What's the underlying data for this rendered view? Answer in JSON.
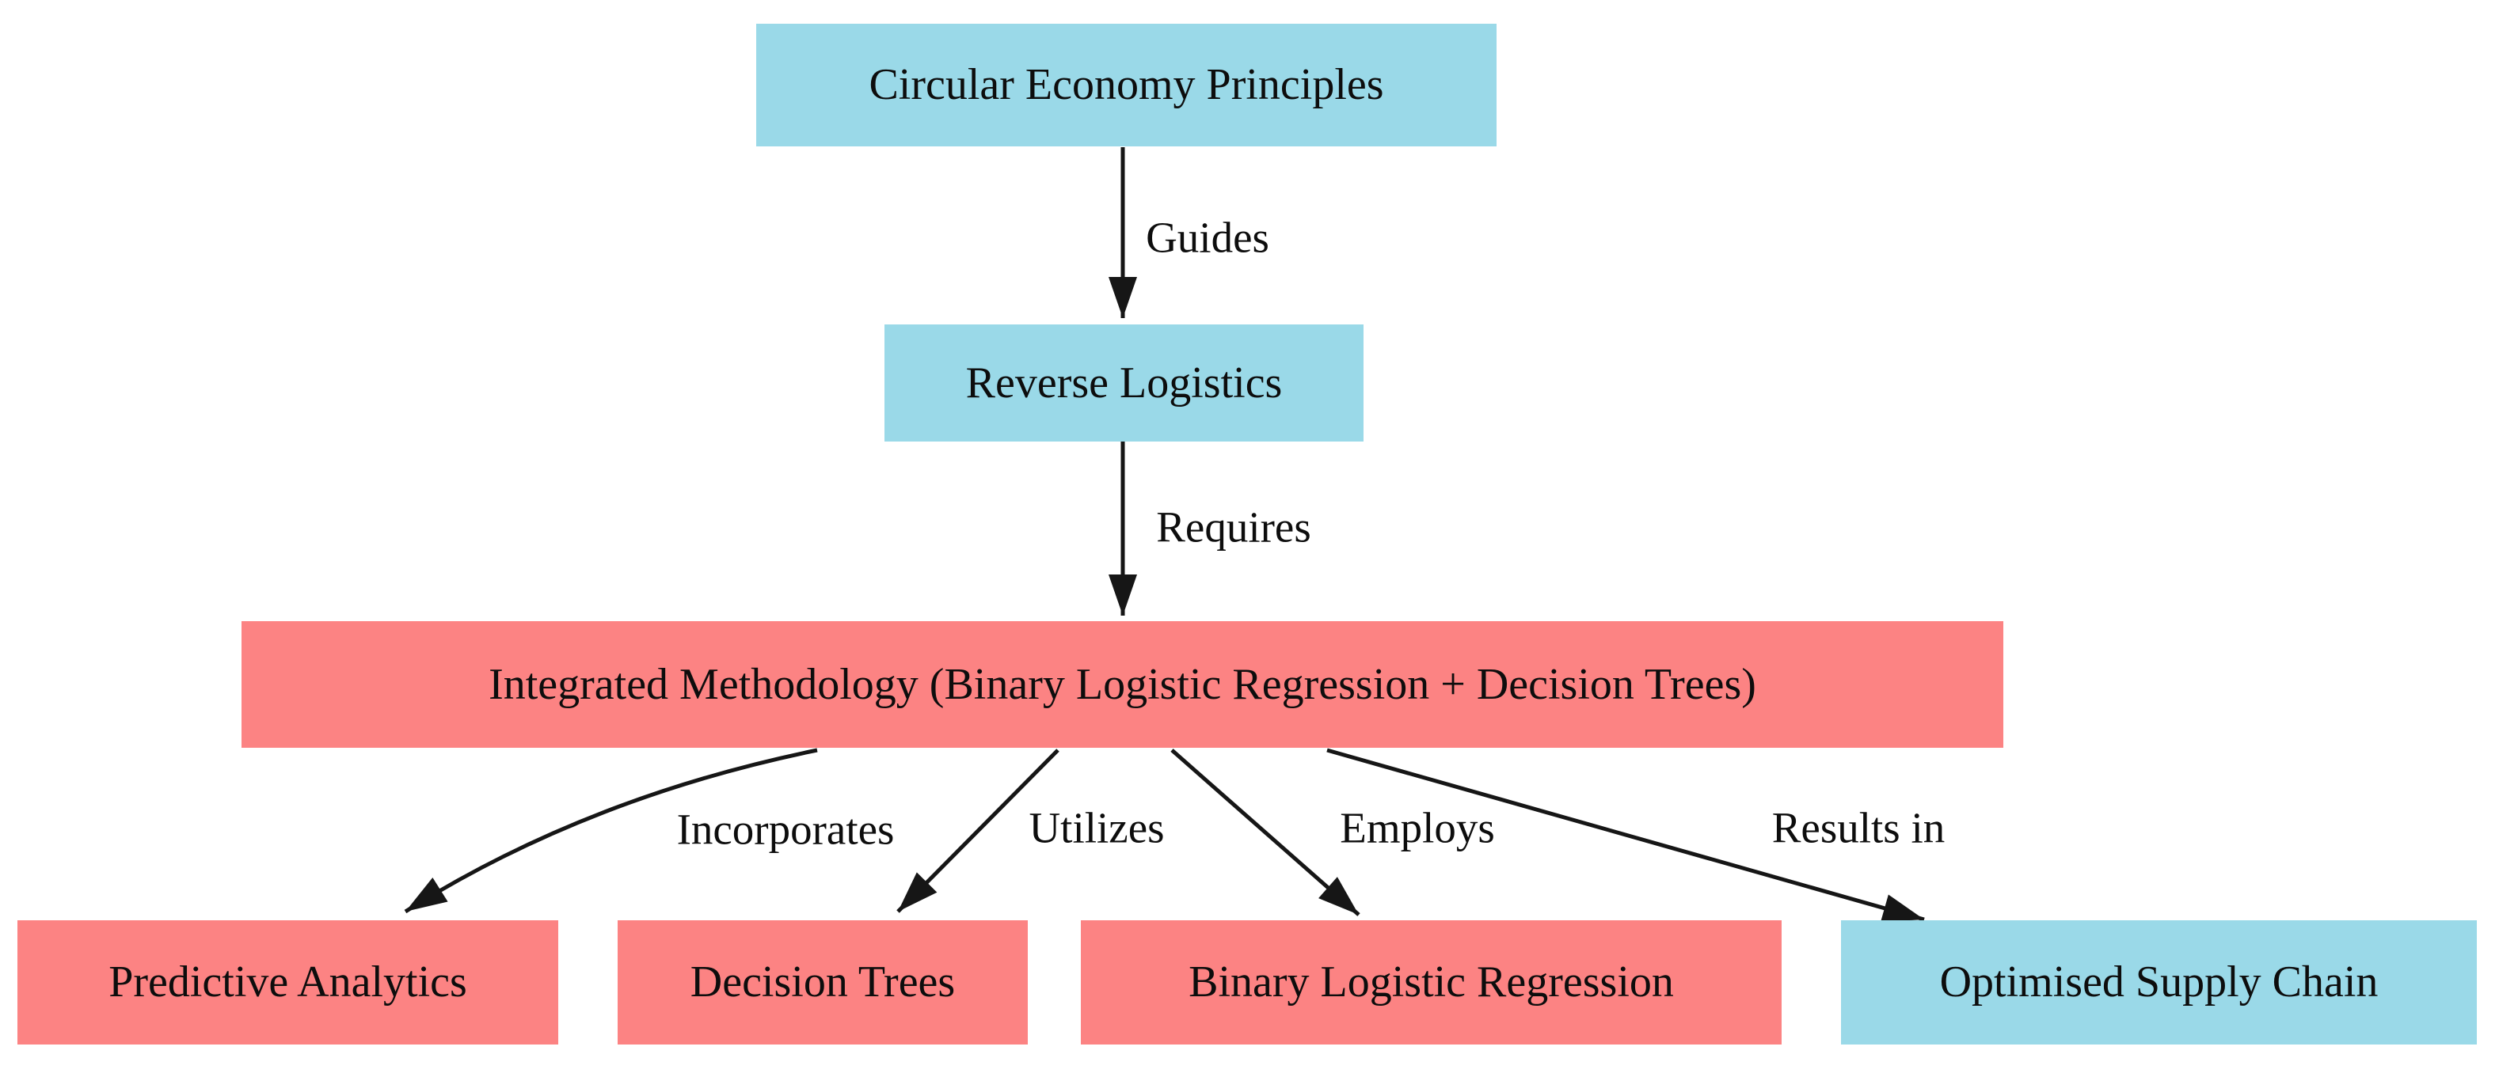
{
  "diagram": {
    "type": "flowchart",
    "background_color": "#ffffff",
    "colors": {
      "blue_node_fill": "#9ad9e8",
      "salmon_node_fill": "#fc8383",
      "arrow_stroke": "#161616",
      "text": "#0d0d0d"
    },
    "nodes": {
      "circular_economy": {
        "label": "Circular Economy Principles",
        "fill": "blue"
      },
      "reverse_logistics": {
        "label": "Reverse Logistics",
        "fill": "blue"
      },
      "integrated_methodology": {
        "label": "Integrated Methodology (Binary Logistic Regression + Decision Trees)",
        "fill": "salmon"
      },
      "predictive_analytics": {
        "label": "Predictive Analytics",
        "fill": "salmon"
      },
      "decision_trees": {
        "label": "Decision Trees",
        "fill": "salmon"
      },
      "binary_logistic_regression": {
        "label": "Binary Logistic Regression",
        "fill": "salmon"
      },
      "optimised_supply_chain": {
        "label": "Optimised Supply Chain",
        "fill": "blue"
      }
    },
    "edges": {
      "guides": {
        "label": "Guides",
        "from": "circular_economy",
        "to": "reverse_logistics"
      },
      "requires": {
        "label": "Requires",
        "from": "reverse_logistics",
        "to": "integrated_methodology"
      },
      "incorporates": {
        "label": "Incorporates",
        "from": "integrated_methodology",
        "to": "predictive_analytics"
      },
      "utilizes": {
        "label": "Utilizes",
        "from": "integrated_methodology",
        "to": "decision_trees"
      },
      "employs": {
        "label": "Employs",
        "from": "integrated_methodology",
        "to": "binary_logistic_regression"
      },
      "results_in": {
        "label": "Results in",
        "from": "integrated_methodology",
        "to": "optimised_supply_chain"
      }
    }
  }
}
